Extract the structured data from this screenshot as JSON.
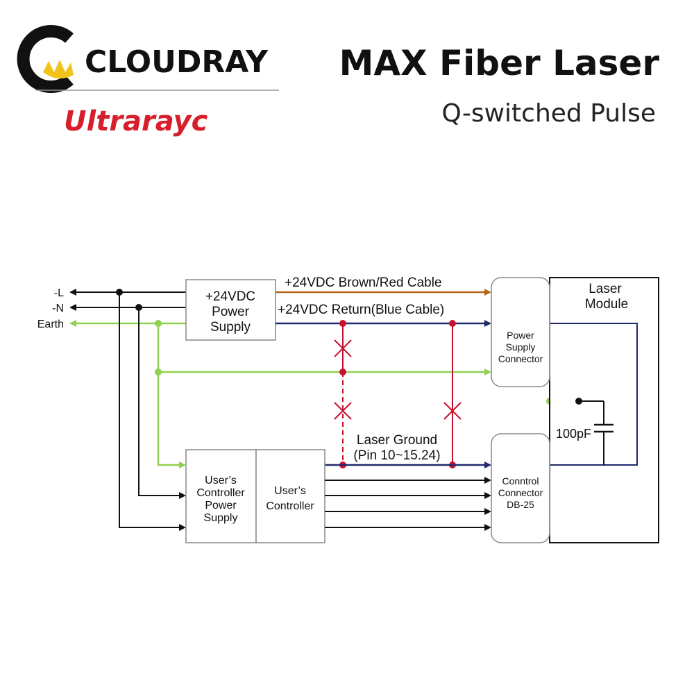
{
  "header": {
    "brand_primary": "CLOUDRAY",
    "brand_secondary": "Ultrarayc",
    "title": "MAX Fiber Laser",
    "subtitle": "Q-switched Pulse"
  },
  "colors": {
    "earth_line": "#8fd14f",
    "brown_red_cable": "#b5651d",
    "blue_cable": "#1f2a6b",
    "laser_ground": "#c8102e",
    "ac_line": "#111111",
    "brand_red": "#d81e2a",
    "logo_yellow": "#f2c318"
  },
  "inputs": {
    "l": "-L",
    "n": "-N",
    "earth": "Earth"
  },
  "blocks": {
    "psu_line1": "+24VDC",
    "psu_line2": "Power",
    "psu_line3": "Supply",
    "ucps_line1": "User’s",
    "ucps_line2": "Controller",
    "ucps_line3": "Power",
    "ucps_line4": "Supply",
    "uc_line1": "User’s",
    "uc_line2": "Controller",
    "psc_line1": "Power",
    "psc_line2": "Supply",
    "psc_line3": "Connector",
    "cc_line1": "Conntrol",
    "cc_line2": "Connector",
    "cc_line3": "DB-25",
    "lm_line1": "Laser",
    "lm_line2": "Module"
  },
  "labels": {
    "brown_red_cable": "+24VDC Brown/Red Cable",
    "blue_cable": "+24VDC Return(Blue Cable)",
    "laser_ground_line1": "Laser Ground",
    "laser_ground_line2": "(Pin 10~15.24)",
    "capacitor": "100pF"
  }
}
